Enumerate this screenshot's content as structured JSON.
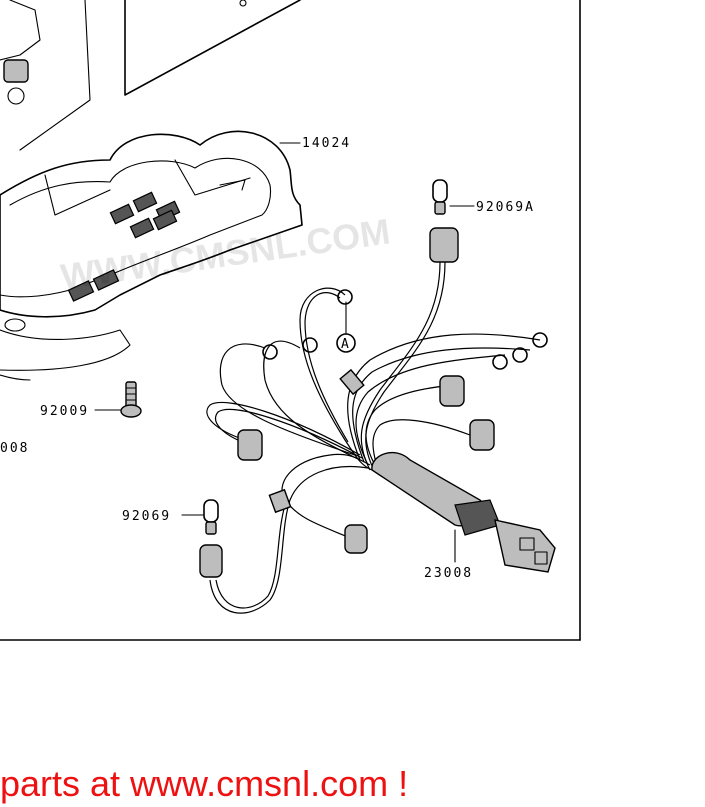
{
  "callouts": {
    "p14024": "14024",
    "p92069A": "92069A",
    "pA": "A",
    "p92009": "92009",
    "p008": "008",
    "p92069": "92069",
    "p23008": "23008"
  },
  "watermark": "WWW.CMSNL.COM",
  "banner": "parts at www.cmsnl.com !",
  "colors": {
    "banner": "#ee1111",
    "ink": "#000000"
  }
}
